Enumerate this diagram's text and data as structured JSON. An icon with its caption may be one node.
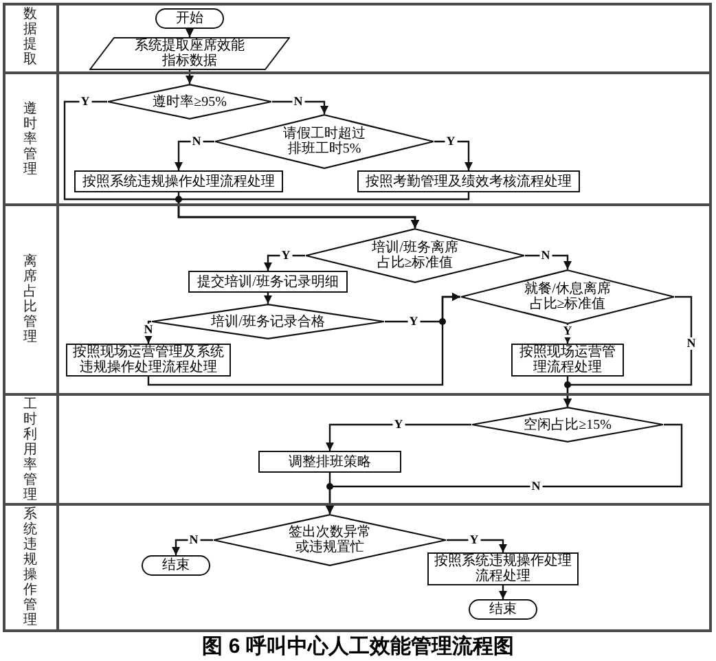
{
  "diagram": {
    "caption": "图 6 呼叫中心人工效能管理流程图",
    "nodes": [
      {
        "text": [
          "数据提取"
        ]
      },
      {
        "text": [
          "开始"
        ],
        "in": 0
      },
      {
        "text": [
          "系统提取座席效能指标数据"
        ],
        "in": 0
      },
      {
        "text": [
          "遵时率管理"
        ]
      },
      {
        "text": [
          "遵时率≥95%"
        ],
        "in": 3
      },
      {
        "text": [
          "请假工时超过排班工时5%"
        ],
        "in": 3
      },
      {
        "text": [
          "按照系统违规操作处理流程处理"
        ],
        "in": 3
      },
      {
        "text": [
          "按照考勤管理及绩效考核流程处理"
        ],
        "in": 3
      },
      {
        "text": [
          "离席占比管理"
        ]
      },
      {
        "text": [
          "培训/班务离席占比≥标准值"
        ],
        "in": 8
      },
      {
        "text": [
          "提交培训/班务记录明细"
        ],
        "in": 8
      },
      {
        "text": [
          "就餐/休息离席占比≥标准值"
        ],
        "in": 8
      },
      {
        "text": [
          "培训/班务记录合格"
        ],
        "in": 8
      },
      {
        "text": [
          "按照现场运营管理及系统违规操作处理流程处理"
        ],
        "in": 8
      },
      {
        "text": [
          "按照现场运营管理流程处理"
        ],
        "in": 8
      },
      {
        "text": [
          "工时利用率管理"
        ]
      },
      {
        "text": [
          "空闲占比≥15%"
        ],
        "in": 15
      },
      {
        "text": [
          "调整排班策略"
        ],
        "in": 15
      },
      {
        "text": [
          "系统违规操作管理"
        ]
      },
      {
        "text": [
          "签出次数异常或违规置忙"
        ],
        "in": 18
      },
      {
        "text": [
          "结束"
        ],
        "in": 18
      },
      {
        "text": [
          "按照系统违规操作处理流程处理"
        ],
        "in": 18
      },
      {
        "text": [
          "结束"
        ],
        "in": 18
      }
    ],
    "edges": [
      {
        "from": 1,
        "to": 2,
        "arrow": "to"
      },
      {
        "from": 2,
        "to": 4,
        "arrow": "to"
      },
      {
        "from": 4,
        "to": 5,
        "arrow": "to",
        "label": "N"
      },
      {
        "from": 4,
        "to": 9,
        "arrow": "to",
        "label": "Y"
      },
      {
        "from": 5,
        "to": 6,
        "arrow": "to",
        "label": "N"
      },
      {
        "from": 5,
        "to": 7,
        "arrow": "to",
        "label": "Y"
      },
      {
        "from": 6,
        "to": 9,
        "arrow": "to"
      },
      {
        "from": 7,
        "to": 9,
        "arrow": "to"
      },
      {
        "from": 9,
        "to": 10,
        "arrow": "to",
        "label": "Y"
      },
      {
        "from": 9,
        "to": 11,
        "arrow": "to",
        "label": "N"
      },
      {
        "from": 10,
        "to": 12,
        "arrow": "to"
      },
      {
        "from": 12,
        "to": 13,
        "arrow": "to",
        "label": "N"
      },
      {
        "from": 12,
        "to": 11,
        "arrow": "to",
        "label": "Y"
      },
      {
        "from": 13,
        "to": 11,
        "arrow": "to"
      },
      {
        "from": 11,
        "to": 14,
        "arrow": "to",
        "label": "Y"
      },
      {
        "from": 11,
        "to": 16,
        "arrow": "to",
        "label": "N"
      },
      {
        "from": 14,
        "to": 16,
        "arrow": "to"
      },
      {
        "from": 16,
        "to": 17,
        "arrow": "to",
        "label": "Y"
      },
      {
        "from": 16,
        "to": 19,
        "arrow": "to",
        "label": "N"
      },
      {
        "from": 17,
        "to": 19,
        "arrow": "to"
      },
      {
        "from": 19,
        "to": 20,
        "arrow": "to",
        "label": "N"
      },
      {
        "from": 19,
        "to": 21,
        "arrow": "to",
        "label": "Y"
      },
      {
        "from": 21,
        "to": 22,
        "arrow": "to"
      }
    ]
  }
}
